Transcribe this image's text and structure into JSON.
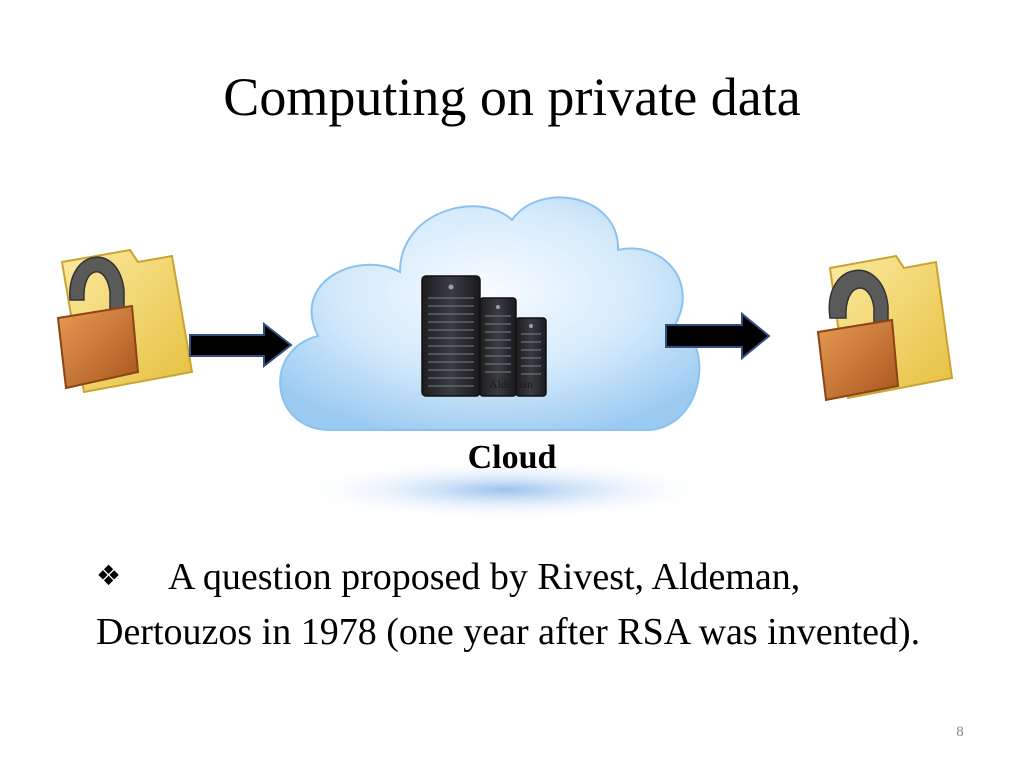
{
  "slide": {
    "title": "Computing on private data",
    "cloud_label": "Cloud",
    "server_label": "Aldeman",
    "bullet_symbol": "❖",
    "bullet_text": "A question proposed by Rivest, Aldeman, Dertouzos in 1978 (one year after RSA was invented).",
    "page_number": "8"
  },
  "icons": [
    "locked-folder-icon",
    "arrow-right-icon",
    "cloud-icon",
    "server-rack-icon",
    "locked-folder-icon"
  ],
  "colors": {
    "cloud_light": "#e8f4fd",
    "cloud_mid": "#a9d4f5",
    "cloud_shadow": "#5b9bd5",
    "arrow_fill": "#000000",
    "arrow_stroke": "#2f4f7f",
    "folder": "#f5d66b",
    "lock_body": "#c8702a",
    "shackle": "#555555"
  }
}
